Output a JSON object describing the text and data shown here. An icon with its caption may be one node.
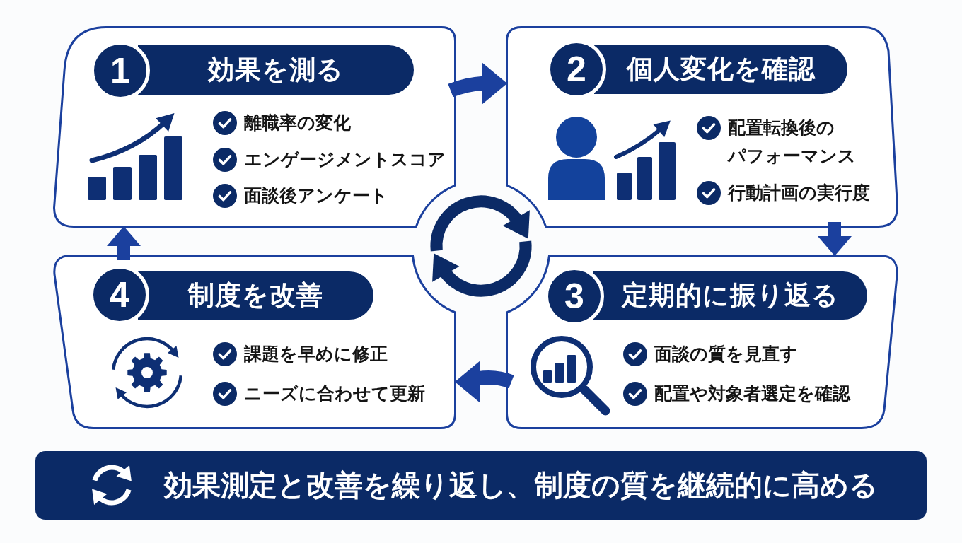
{
  "diagram": {
    "nodes": [
      {
        "text": [
          "離職率の変化",
          "エンゲージメントスコア",
          "面談後アンケート"
        ]
      },
      {
        "text": [
          "1"
        ],
        "in": 0
      },
      {
        "text": [
          "効果を測る"
        ],
        "in": 0
      },
      {
        "text": [
          "配置転換後のパフォーマンス",
          "行動計画の実行度"
        ]
      },
      {
        "text": [
          "2"
        ],
        "in": 3
      },
      {
        "text": [
          "個人変化を確認"
        ],
        "in": 3
      },
      {
        "text": [
          "面談の質を見直す",
          "配置や対象者選定を確認"
        ]
      },
      {
        "text": [
          "3"
        ],
        "in": 6
      },
      {
        "text": [
          "定期的に振り返る"
        ],
        "in": 6
      },
      {
        "text": [
          "課題を早めに修正",
          "ニーズに合わせて更新"
        ]
      },
      {
        "text": [
          "4"
        ],
        "in": 9
      },
      {
        "text": [
          "制度を改善"
        ],
        "in": 9
      },
      {
        "text": [
          "効果測定と改善を繰り返し、制度の質を継続的に高める"
        ]
      }
    ],
    "edges": [
      {
        "from": 0,
        "to": 3,
        "arrow": "to"
      },
      {
        "from": 3,
        "to": 6,
        "arrow": "to"
      },
      {
        "from": 6,
        "to": 9,
        "arrow": "to"
      },
      {
        "from": 9,
        "to": 0,
        "arrow": "to"
      }
    ]
  }
}
